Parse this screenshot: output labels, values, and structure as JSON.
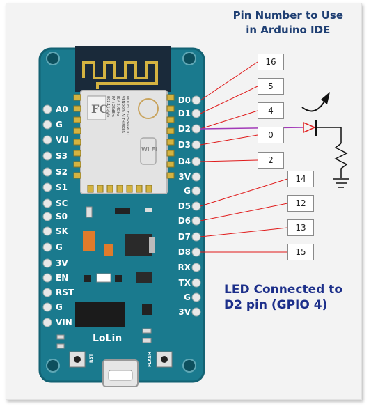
{
  "header": {
    "line1": "Pin Number to Use",
    "line2": "in Arduino IDE"
  },
  "board": {
    "name": "LoLin",
    "rst_label": "RST",
    "flash_label": "FLASH",
    "left_pins": [
      "A0",
      "G",
      "VU",
      "S3",
      "S2",
      "S1",
      "SC",
      "S0",
      "SK",
      "G",
      "3V",
      "EN",
      "RST",
      "G",
      "VIN"
    ],
    "right_pins": [
      "D0",
      "D1",
      "D2",
      "D3",
      "D4",
      "3V",
      "G",
      "D5",
      "D6",
      "D7",
      "D8",
      "RX",
      "TX",
      "G",
      "3V"
    ],
    "module_text": [
      "MODEL: ESP8266MOD",
      "VENDOR: AI-THINKER",
      "ISM 2.4GHz",
      "PA +25dBm",
      "802.11b/g/n"
    ],
    "fc_mark": "FC",
    "wifi_mark": "Wi Fi"
  },
  "gpio_numbers": [
    "16",
    "5",
    "4",
    "0",
    "2",
    "14",
    "12",
    "13",
    "15"
  ],
  "note": {
    "line1": "LED Connected to",
    "line2": "D2 pin (GPIO 4)"
  },
  "colors": {
    "board": "#1a7a8e",
    "board_edge": "#136273",
    "connector_line": "#e01a1a",
    "d2_line": "#a23ab8",
    "note_text": "#1c2f8a",
    "header_text": "#1f3f73"
  }
}
